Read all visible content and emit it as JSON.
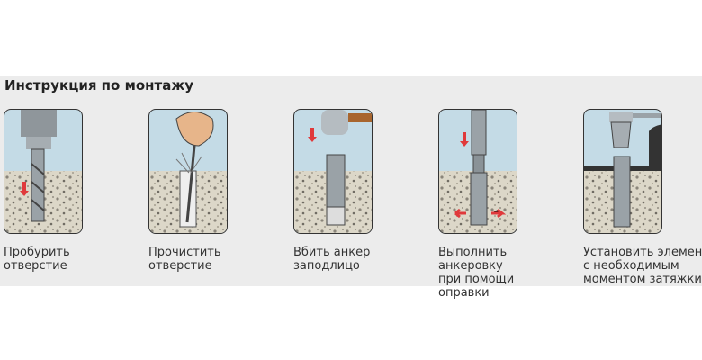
{
  "title": "Инструкция по монтажу",
  "steps": [
    {
      "label": "Пробурить\nотверстие",
      "icon": "drill-icon"
    },
    {
      "label": "Прочистить\nотверстие",
      "icon": "brush-icon"
    },
    {
      "label": "Вбить анкер\nзаподлицо",
      "icon": "hammer-icon"
    },
    {
      "label": "Выполнить анкеровку\nпри помощи оправки",
      "icon": "setting-tool-icon"
    },
    {
      "label": "Установить элемент\nс необходимым\nмоментом затяжки",
      "icon": "torque-wrench-icon"
    }
  ],
  "colors": {
    "sky": "#c4dbe6",
    "concrete": "#d9d4c6",
    "arrow": "#e0393b"
  }
}
